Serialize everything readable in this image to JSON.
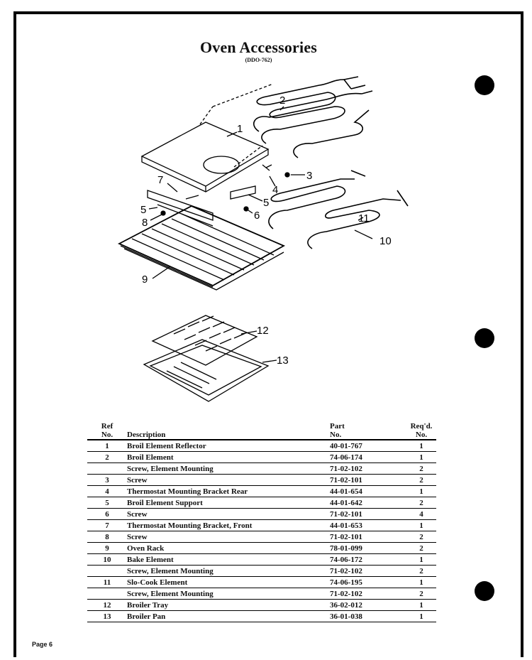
{
  "title": "Oven Accessories",
  "model": "(DDO-762)",
  "callouts": [
    "1",
    "2",
    "3",
    "4",
    "5",
    "5",
    "6",
    "7",
    "8",
    "9",
    "10",
    "11",
    "12",
    "13"
  ],
  "table": {
    "headers": {
      "ref": "Ref\nNo.",
      "description": "Description",
      "part": "Part\nNo.",
      "qty": "Req'd.\nNo."
    },
    "rows": [
      {
        "ref": "1",
        "description": "Broil Element Reflector",
        "part": "40-01-767",
        "qty": "1"
      },
      {
        "ref": "2",
        "description": "Broil Element",
        "part": "74-06-174",
        "qty": "1"
      },
      {
        "ref": "",
        "description": "Screw, Element Mounting",
        "part": "71-02-102",
        "qty": "2"
      },
      {
        "ref": "3",
        "description": "Screw",
        "part": "71-02-101",
        "qty": "2"
      },
      {
        "ref": "4",
        "description": "Thermostat Mounting Bracket Rear",
        "part": "44-01-654",
        "qty": "1"
      },
      {
        "ref": "5",
        "description": "Broil Element Support",
        "part": "44-01-642",
        "qty": "2"
      },
      {
        "ref": "6",
        "description": "Screw",
        "part": "71-02-101",
        "qty": "4"
      },
      {
        "ref": "7",
        "description": "Thermostat Mounting Bracket, Front",
        "part": "44-01-653",
        "qty": "1"
      },
      {
        "ref": "8",
        "description": "Screw",
        "part": "71-02-101",
        "qty": "2"
      },
      {
        "ref": "9",
        "description": "Oven Rack",
        "part": "78-01-099",
        "qty": "2"
      },
      {
        "ref": "10",
        "description": "Bake Element",
        "part": "74-06-172",
        "qty": "1"
      },
      {
        "ref": "",
        "description": "Screw, Element Mounting",
        "part": "71-02-102",
        "qty": "2"
      },
      {
        "ref": "11",
        "description": "Slo-Cook Element",
        "part": "74-06-195",
        "qty": "1"
      },
      {
        "ref": "",
        "description": "Screw, Element Mounting",
        "part": "71-02-102",
        "qty": "2"
      },
      {
        "ref": "12",
        "description": "Broiler Tray",
        "part": "36-02-012",
        "qty": "1"
      },
      {
        "ref": "13",
        "description": "Broiler Pan",
        "part": "36-01-038",
        "qty": "1"
      }
    ]
  },
  "footer": {
    "page": "Page 6"
  }
}
